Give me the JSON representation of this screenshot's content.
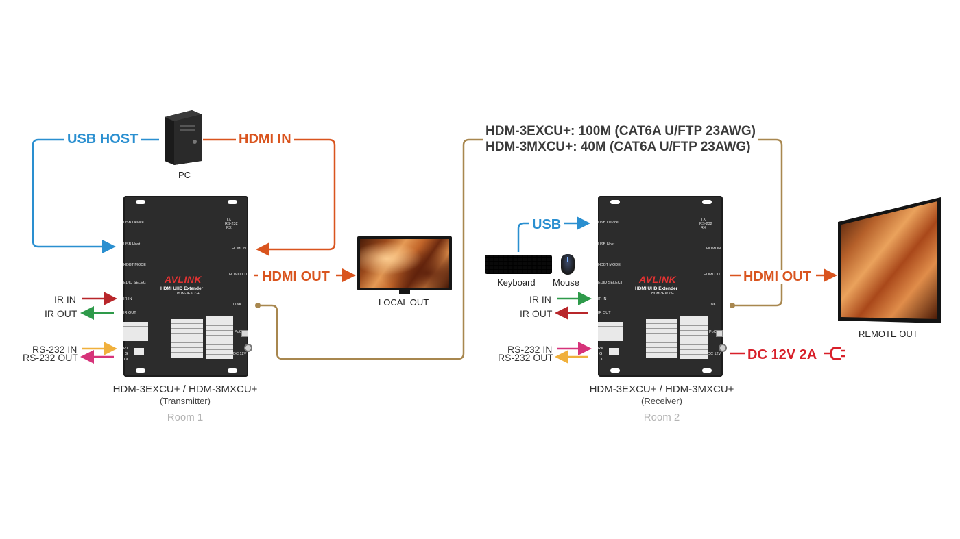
{
  "colors": {
    "usb": "#2a8fd0",
    "hdmi": "#d9541e",
    "cable": "#a8874f",
    "ir_red": "#b8262a",
    "ir_green": "#2e9a4a",
    "rs232_orange": "#f0b03c",
    "rs232_pink": "#d6337a",
    "dc": "#d8202a"
  },
  "pc": {
    "label": "PC"
  },
  "left": {
    "usb_host": "USB HOST",
    "hdmi_in": "HDMI IN",
    "hdmi_out": "HDMI OUT",
    "local_out": "LOCAL OUT",
    "ir_in": "IR IN",
    "ir_out": "IR OUT",
    "rs232_in": "RS-232 IN",
    "rs232_out": "RS-232 OUT",
    "caption": "HDM-3EXCU+ / HDM-3MXCU+",
    "caption_role": "(Transmitter)",
    "caption_room": "Room 1"
  },
  "cable_spec": {
    "line1": "HDM-3EXCU+: 100M (CAT6A U/FTP 23AWG)",
    "line2": "HDM-3MXCU+: 40M (CAT6A U/FTP 23AWG)"
  },
  "right": {
    "usb": "USB",
    "keyboard": "Keyboard",
    "mouse": "Mouse",
    "ir_in": "IR IN",
    "ir_out": "IR OUT",
    "rs232_in": "RS-232 IN",
    "rs232_out": "RS-232 OUT",
    "hdmi_out": "HDMI OUT",
    "remote_out": "REMOTE OUT",
    "dc": "DC 12V 2A",
    "caption": "HDM-3EXCU+ / HDM-3MXCU+",
    "caption_role": "(Receiver)",
    "caption_room": "Room 2"
  },
  "device": {
    "logo": "AVLINK",
    "model": "HDMI UHD Extender",
    "model_code": "HDM-3EXCU+",
    "usb_device": "USB Device",
    "usb_host": "USB Host",
    "hdbt_mode": "HDBT MODE",
    "edid_select": "EDID SELECT",
    "ir_in": "IR IN",
    "ir_out": "IR OUT",
    "rs232": "RS-232",
    "tx": "TX",
    "g": "G",
    "rx": "RX",
    "hdmi_in": "HDMI IN",
    "hdmi_out": "HDMI OUT",
    "link": "LINK",
    "poc": "PoC",
    "dc12v": "DC 12V"
  }
}
